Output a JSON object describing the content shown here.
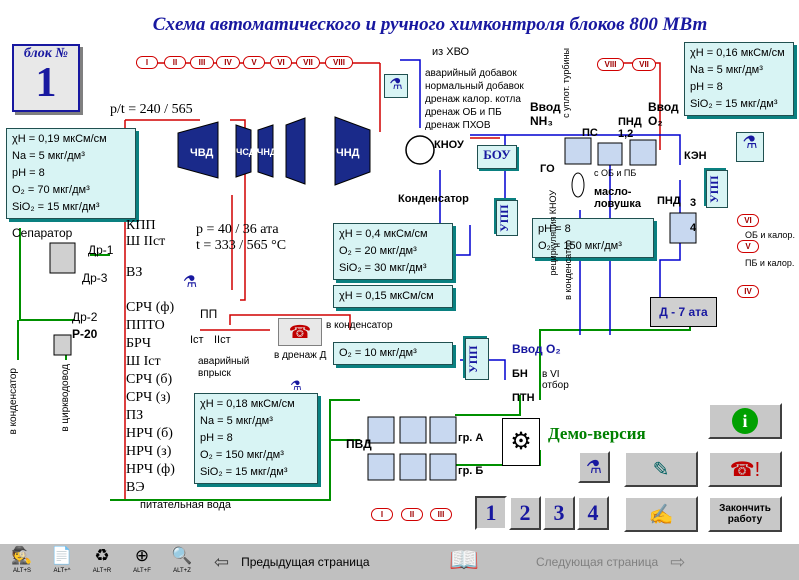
{
  "title": "Схема автоматического и ручного химконтроля блоков 800 МВт",
  "block": {
    "label": "блок №",
    "number": "1"
  },
  "params": {
    "top_left": {
      "l1": "χН = 0,19 мкСм/см",
      "l2": "Na = 5 мкг/дм³",
      "l3": "pH = 8",
      "l4": "O₂ = 70 мкг/дм³",
      "l5": "SiO₂ = 15 мкг/дм³"
    },
    "top_right": {
      "l1": "χН = 0,16 мкСм/см",
      "l2": "Na = 5 мкг/дм³",
      "l3": "pH = 8",
      "l4": "SiO₂ = 15 мкг/дм³"
    },
    "condensate": {
      "l1": "χН = 0,4 мкСм/см",
      "l2": "O₂ = 20 мкг/дм³",
      "l3": "SiO₂ = 30 мкг/дм³"
    },
    "bou": {
      "l1": "χН = 0,15 мкСм/см"
    },
    "deaerator": {
      "l1": "pH = 8",
      "l2": "O₂ = 150 мкг/дм³"
    },
    "feed_o2": {
      "l1": "O₂ = 10 мкг/дм³"
    },
    "feedwater": {
      "l1": "χН = 0,18 мкСм/см",
      "l2": "Na = 5 мкг/дм³",
      "l3": "pH = 8",
      "l4": "O₂ = 150 мкг/дм³",
      "l5": "SiO₂ = 15 мкг/дм³"
    }
  },
  "sample_points_top": [
    "I",
    "II",
    "III",
    "IV",
    "V",
    "VI",
    "VII",
    "VIII"
  ],
  "sample_points_right_top": [
    "VIII",
    "VII"
  ],
  "sample_points_side": [
    "VI",
    "V",
    "IV"
  ],
  "sample_points_bottom": [
    "I",
    "II",
    "III"
  ],
  "labels": {
    "pt": "p/t = 240 / 565",
    "chvd": "ЧВД",
    "chsd": "ЧСД",
    "chnd1": "ЧНД",
    "chnd2": "ЧНД",
    "condenser": "Конденсатор",
    "knou": "КНОУ",
    "bou": "БОУ",
    "go": "ГО",
    "ps": "ПС",
    "pnd12": "ПНД 1,2",
    "ken": "КЭН",
    "pnd3": "ПНД",
    "num3": "3",
    "num4": "4",
    "vvod_nh3": "Ввод NH₃",
    "vvod_o2_top": "Ввод O₂",
    "vvod_o2_mid": "Ввод O₂",
    "iz_hvo": "из ХВО",
    "leg1": "аварийный добавок",
    "leg2": "нормальный добавок",
    "leg3": "дренаж калор. котла",
    "leg4": "дренаж ОБ и ПБ",
    "leg5": "дренаж ПХОВ",
    "s_uplot": "с уплот. турбины",
    "s_ob_pb": "с ОБ и ПБ",
    "maslo": "масло-",
    "lovushka": "ловушка",
    "recirc": "рециркуляция КНОУ",
    "v_konden": "в конденсатор",
    "ob_kalor": "ОБ и калор.",
    "pb_kalor": "ПБ и калор.",
    "d7": "Д - 7 ата",
    "p_mid": "p = 40 / 36 ата",
    "t_mid": "t = 333 / 565 °C",
    "kpp": "КПП",
    "sh2": "Ш IIст",
    "vz": "ВЗ",
    "srch_f": "СРЧ (ф)",
    "ppto": "ППТО",
    "brch": "БРЧ",
    "sh1": "Ш Iст",
    "srch_b": "СРЧ (б)",
    "srch_z": "СРЧ (з)",
    "pz": "ПЗ",
    "nrch_b": "НРЧ (б)",
    "nrch_z": "НРЧ (з)",
    "nrch_f": "НРЧ (ф)",
    "ve": "ВЭ",
    "separator": "Сепаратор",
    "dr1": "Др-1",
    "dr3": "Др-3",
    "dr2": "Др-2",
    "r20": "Р-20",
    "pp": "ПП",
    "ist": "Iст",
    "iist": "IIст",
    "avar1": "аварийный",
    "avar2": "впрыск",
    "in_kond": "в конденсатор",
    "in_drain": "в дренаж Д",
    "bn": "БН",
    "pten": "ПТН",
    "in_vi1": "в VI",
    "in_vi2": "отбор",
    "pvd": "ПВД",
    "gr_a": "гр. А",
    "gr_b": "гр. Б",
    "pit_voda": "питательная вода",
    "v_kond_v": "в конденсатор",
    "v_cirk_v": "в циркводовод",
    "upp": "УПП",
    "demo": "Демо-версия"
  },
  "buttons": {
    "n1": "1",
    "n2": "2",
    "n3": "3",
    "n4": "4",
    "finish_l1": "Закончить",
    "finish_l2": "работу"
  },
  "statusbar": {
    "tools": [
      "ALT+S",
      "ALT+^",
      "ALT+R",
      "ALT+F",
      "ALT+Z"
    ],
    "prev": "Предыдущая страница",
    "next": "Следующая страница"
  },
  "colors": {
    "accent": "#1818a0",
    "pipe_red": "#d00000",
    "pipe_green": "#009000",
    "pipe_blue": "#0000d0",
    "panel_bg": "#d8f4f4",
    "demo": "#008000"
  }
}
